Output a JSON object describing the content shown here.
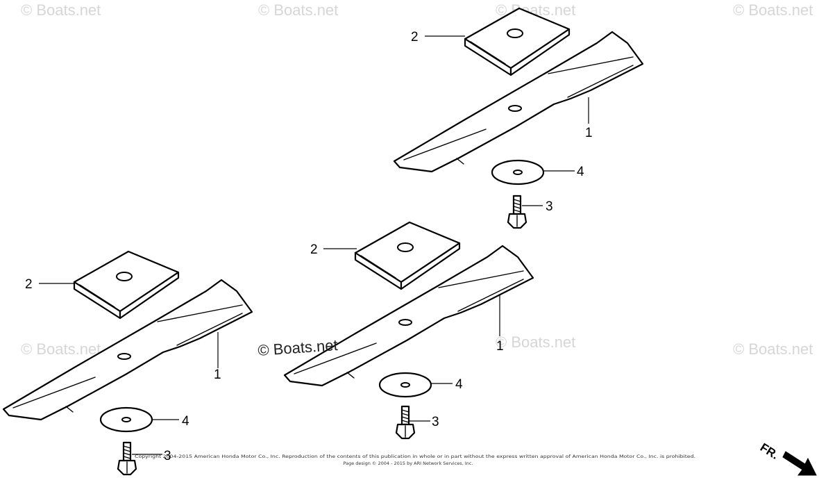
{
  "watermark": "© Boats.net",
  "callouts": {
    "blade": "1",
    "blade_holder": "2",
    "bolt": "3",
    "washer": "4"
  },
  "copyright": {
    "line1": "Copyright 2004-2015 American Honda Motor Co., Inc. Reproduction of the contents of this publication in whole or in part without the express written approval of American Honda Motor Co., Inc. is prohibited.",
    "line2": "Page design © 2004 - 2015 by ARI Network Services, Inc."
  },
  "direction_label": "FR."
}
